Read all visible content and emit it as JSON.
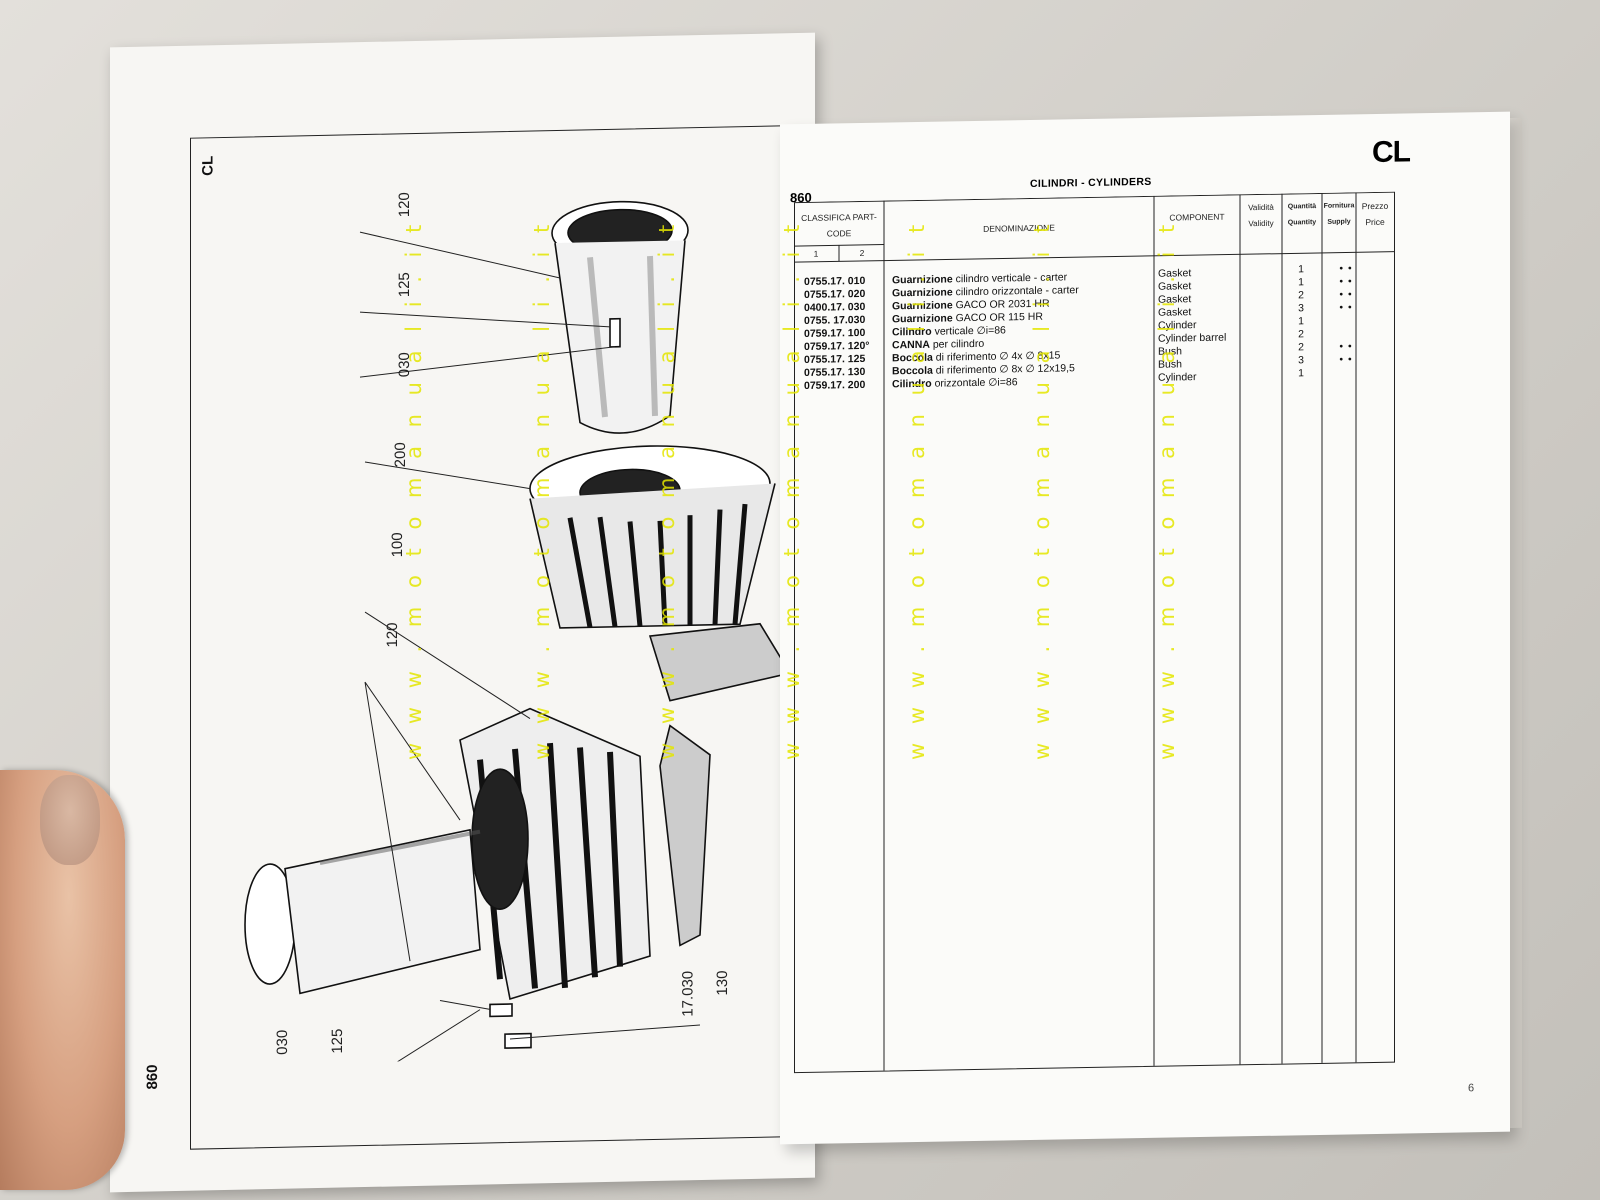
{
  "left_page": {
    "section_code": "CL",
    "page_number": "860",
    "callouts": [
      "120",
      "125",
      "030",
      "200",
      "100",
      "120",
      "030",
      "125",
      "17.030",
      "130"
    ]
  },
  "right_page": {
    "page_number": "860",
    "title": "CILINDRI - CYLINDERS",
    "section_code": "CL",
    "columns": {
      "part_code": "CLASSIFICA PART-CODE",
      "part_code_sub": [
        "1",
        "2"
      ],
      "name": "DENOMINAZIONE",
      "component": "COMPONENT",
      "validity": "Validità Validity",
      "quantity": "Quantità Quantity",
      "supply": "Fornitura Supply",
      "price": "Prezzo Price"
    },
    "rows": [
      {
        "code": "0755.17. 010",
        "name_bold": "Guarnizione",
        "name": "cilindro verticale - carter",
        "component": "Gasket",
        "qty": "1",
        "supply": "• •"
      },
      {
        "code": "0755.17. 020",
        "name_bold": "Guarnizione",
        "name": "cilindro orizzontale - carter",
        "component": "Gasket",
        "qty": "1",
        "supply": "• •"
      },
      {
        "code": "0400.17. 030",
        "name_bold": "Guarnizione",
        "name": "GACO OR 2031 HR",
        "component": "Gasket",
        "qty": "2",
        "supply": "• •"
      },
      {
        "code": "0755.   17.030",
        "name_bold": "Guarnizione",
        "name": "GACO OR 115 HR",
        "component": "Gasket",
        "qty": "3",
        "supply": "• •"
      },
      {
        "code": "0759.17. 100",
        "name_bold": "Cilindro",
        "name": "verticale  ∅i=86",
        "component": "Cylinder",
        "qty": "1",
        "supply": ""
      },
      {
        "code": "0759.17. 120°",
        "name_bold": "CANNA",
        "name": "per cilindro",
        "component": "Cylinder barrel",
        "qty": "2",
        "supply": ""
      },
      {
        "code": "0755.17. 125",
        "name_bold": "Boccola",
        "name": "di riferimento  ∅ 4x ∅ 8x15",
        "component": "Bush",
        "qty": "2",
        "supply": "• •"
      },
      {
        "code": "0755.17. 130",
        "name_bold": "Boccola",
        "name": "di riferimento  ∅ 8x ∅ 12x19,5",
        "component": "Bush",
        "qty": "3",
        "supply": "• •"
      },
      {
        "code": "0759.17. 200",
        "name_bold": "Cilindro",
        "name": "orizzontale  ∅i=86",
        "component": "Cylinder",
        "qty": "1",
        "supply": ""
      }
    ],
    "page_footer": "6"
  },
  "watermark": "w w w . m o t o m a n u a l i . i t"
}
